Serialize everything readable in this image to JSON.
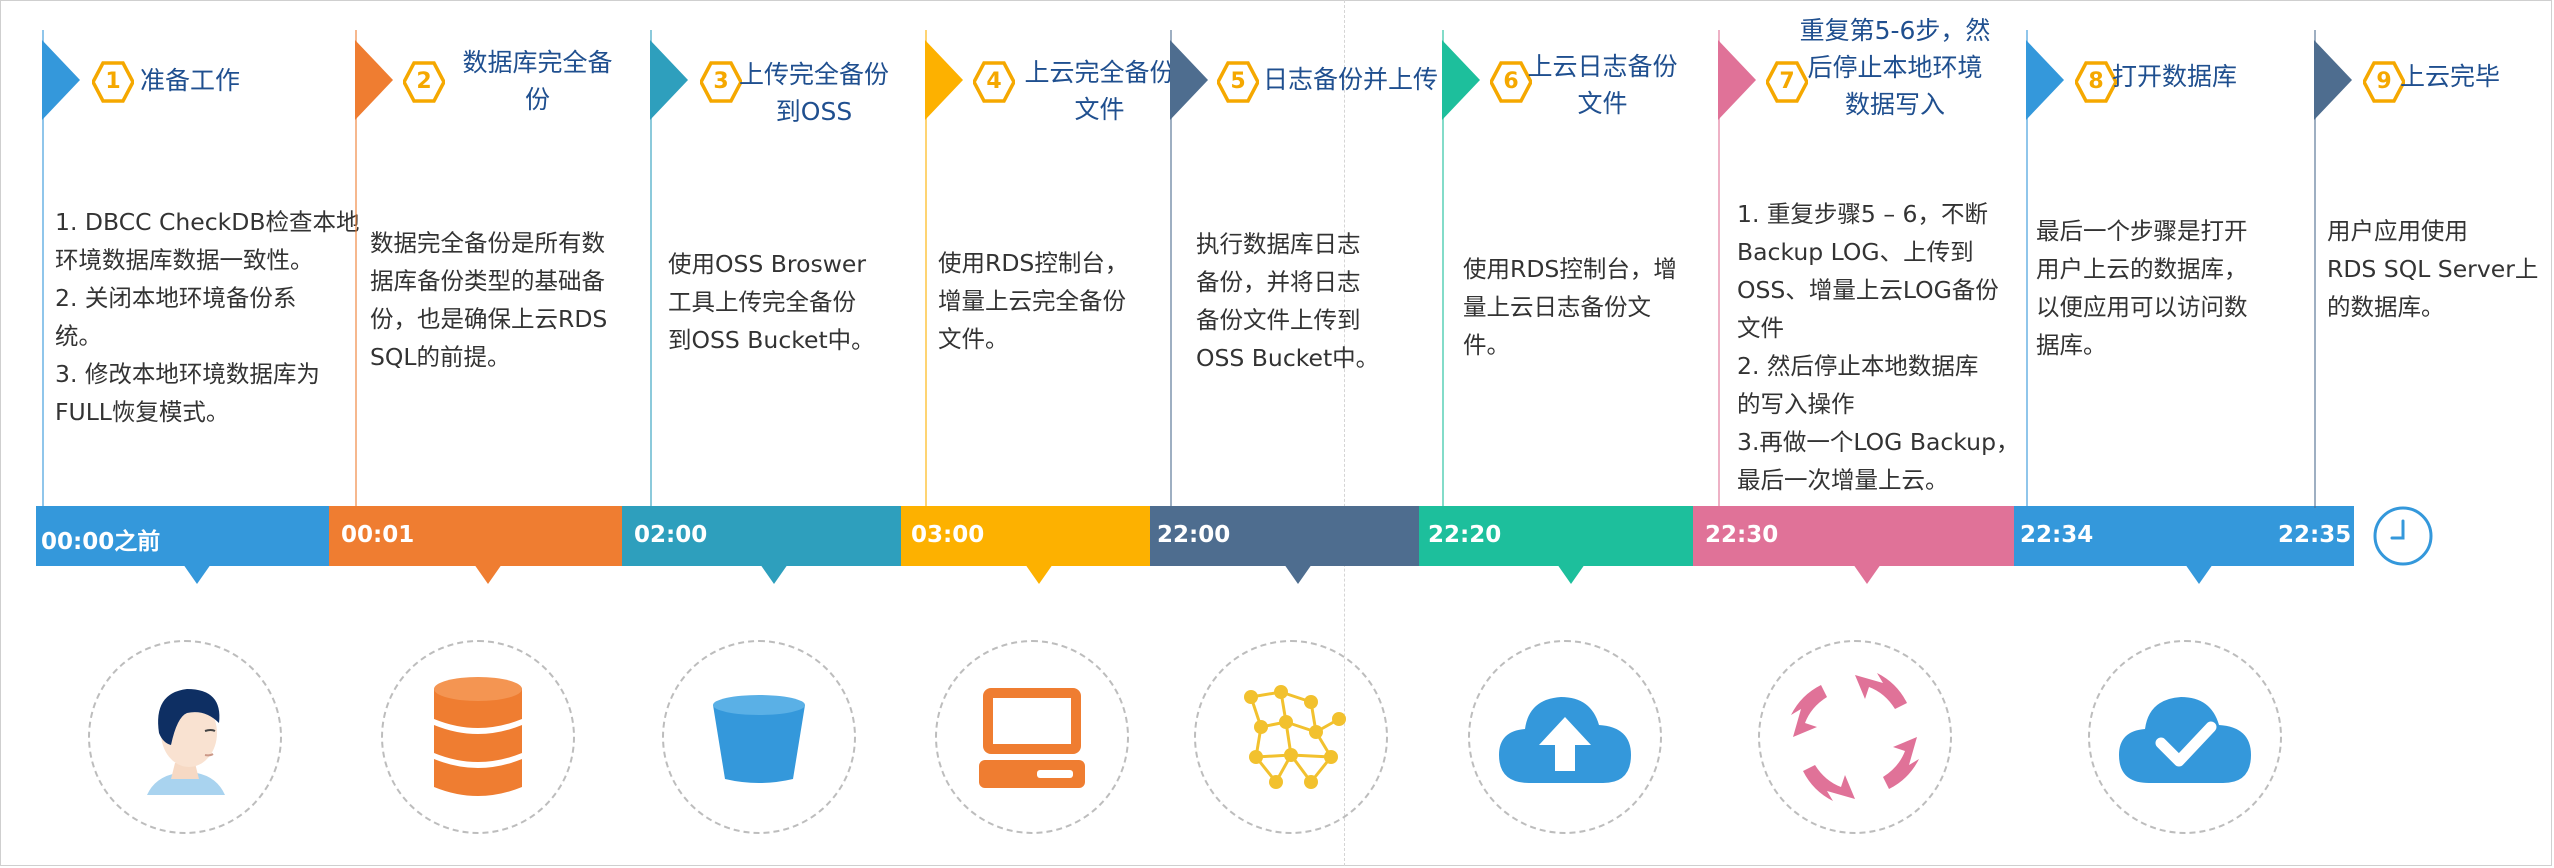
{
  "steps": [
    {
      "num": "1",
      "title": "准备工作",
      "desc": [
        "1. DBCC CheckDB检查本地",
        "环境数据库数据一致性。",
        "2. 关闭本地环境备份系",
        "统。",
        "3. 修改本地环境数据库为",
        "FULL恢复模式。"
      ],
      "time": "00:00之前",
      "color": "#3498db"
    },
    {
      "num": "2",
      "title": "数据库完全备\n份",
      "desc": [
        "数据完全备份是所有数",
        "据库备份类型的基础备",
        "份，也是确保上云RDS",
        "SQL的前提。"
      ],
      "time": "00:01",
      "color": "#ef7d31"
    },
    {
      "num": "3",
      "title": "上传完全备份\n到OSS",
      "desc": [
        "使用OSS Broswer",
        "工具上传完全备份",
        "到OSS Bucket中。"
      ],
      "time": "02:00",
      "color": "#2e9fbd"
    },
    {
      "num": "4",
      "title": "上云完全备份\n文件",
      "desc": [
        "使用RDS控制台，",
        "增量上云完全备份",
        "文件。"
      ],
      "time": "03:00",
      "color": "#fdb100"
    },
    {
      "num": "5",
      "title": "日志备份并上传",
      "desc": [
        "执行数据库日志",
        "备份，并将日志",
        "备份文件上传到",
        "OSS Bucket中。"
      ],
      "time": "22:00",
      "color": "#4e6d8f"
    },
    {
      "num": "6",
      "title": "上云日志备份\n文件",
      "desc": [
        "使用RDS控制台，增",
        "量上云日志备份文",
        "件。"
      ],
      "time": "22:20",
      "color": "#1dbf9c"
    },
    {
      "num": "7",
      "title": "重复第5-6步，然\n后停止本地环境\n数据写入",
      "desc": [
        "1. 重复步骤5 – 6，不断",
        "Backup LOG、上传到",
        "OSS、增量上云LOG备份",
        "文件",
        "2. 然后停止本地数据库",
        "的写入操作",
        "3.再做一个LOG Backup，",
        "最后一次增量上云。"
      ],
      "time": "22:30",
      "color": "#e07298"
    },
    {
      "num": "8",
      "title": "打开数据库",
      "desc": [
        "最后一个步骤是打开",
        "用户上云的数据库，",
        "以便应用可以访问数",
        "据库。"
      ],
      "time": "22:34",
      "time2": "22:35",
      "color": "#3498db"
    },
    {
      "num": "9",
      "title": "上云完毕",
      "desc": [
        "用户应用使用",
        "RDS SQL Server上",
        "的数据库。"
      ],
      "color": "#4e6d8f"
    }
  ],
  "icons": [
    "person-icon",
    "database-icon",
    "bucket-icon",
    "computer-icon",
    "network-icon",
    "cloud-upload-icon",
    "refresh-cycle-icon",
    "cloud-check-icon"
  ],
  "accent": "#f5a800"
}
